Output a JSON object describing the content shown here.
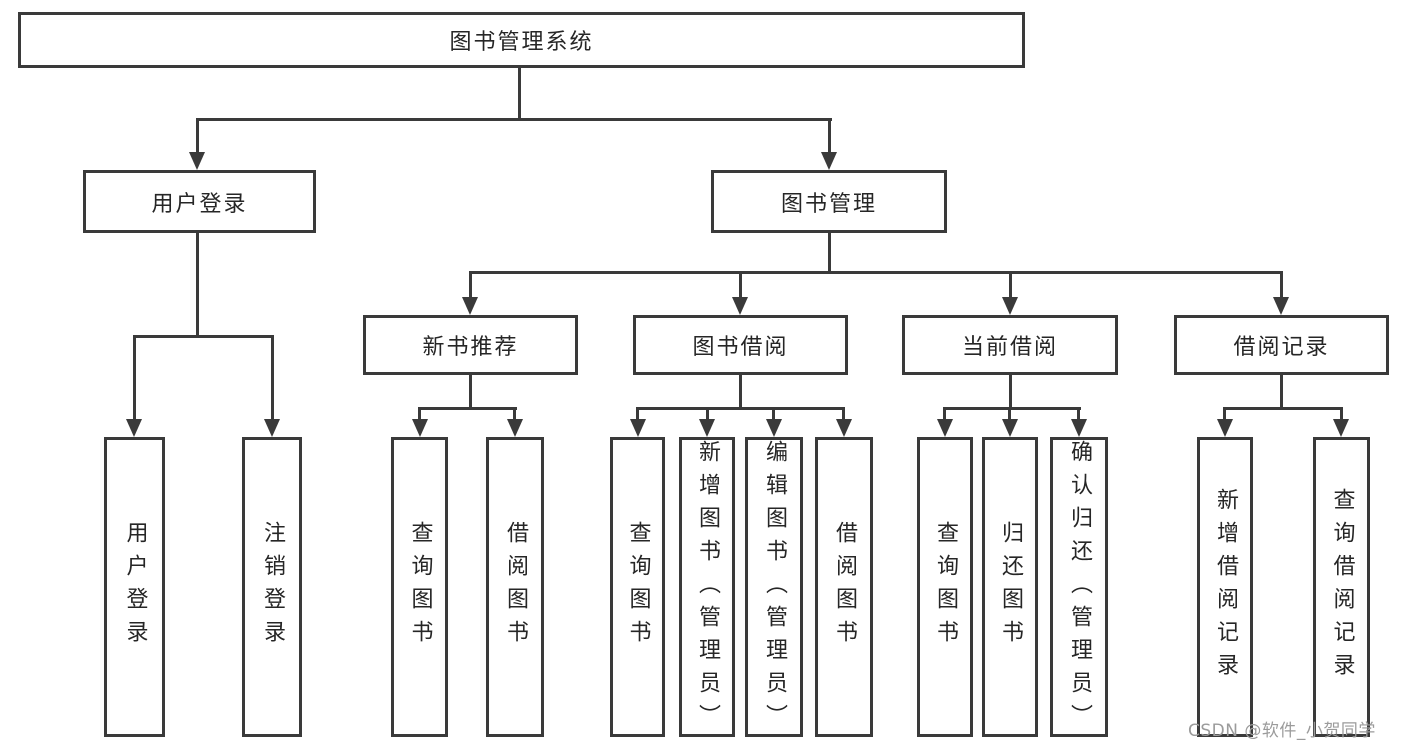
{
  "tree": {
    "root": "图书管理系统",
    "branches": [
      {
        "label": "用户登录",
        "leaves": [
          "用户登录",
          "注销登录"
        ]
      },
      {
        "label": "图书管理",
        "groups": [
          {
            "label": "新书推荐",
            "leaves": [
              "查询图书",
              "借阅图书"
            ]
          },
          {
            "label": "图书借阅",
            "leaves": [
              "查询图书",
              "新增图书（管理员）",
              "编辑图书（管理员）",
              "借阅图书"
            ]
          },
          {
            "label": "当前借阅",
            "leaves": [
              "查询图书",
              "归还图书",
              "确认归还（管理员）"
            ]
          },
          {
            "label": "借阅记录",
            "leaves": [
              "新增借阅记录",
              "查询借阅记录"
            ]
          }
        ]
      }
    ]
  },
  "watermark": {
    "text": "CSDN @软件_小贺同学"
  },
  "colors": {
    "line": "#3a3a3a",
    "text": "#262626",
    "watermark": "#9b9b9b",
    "background": "#ffffff"
  }
}
